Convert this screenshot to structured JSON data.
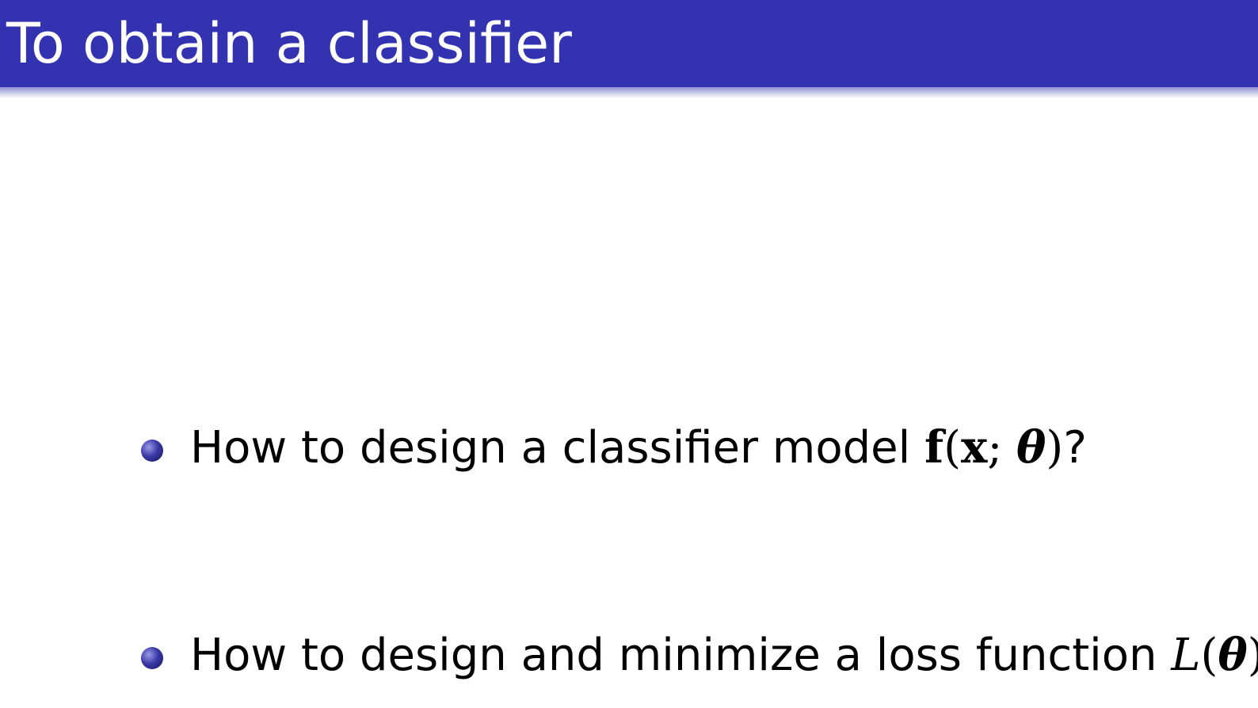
{
  "slide": {
    "title": "To obtain a classifier",
    "bullets": [
      {
        "text": "How to design a classifier model ",
        "math": {
          "f": "f",
          "open": "(",
          "x": "x",
          "sep": "; ",
          "theta": "θ",
          "close": ")"
        },
        "suffix": "?"
      },
      {
        "text": "How to design and minimize a loss function ",
        "math": {
          "L": "L",
          "open": "(",
          "theta": "θ",
          "close": ")"
        },
        "suffix": "?"
      }
    ]
  },
  "colors": {
    "title_bar": "#3333b2",
    "title_text": "#ffffff",
    "body_text": "#000000"
  },
  "icons": {
    "bullet": "sphere-bullet-icon"
  }
}
